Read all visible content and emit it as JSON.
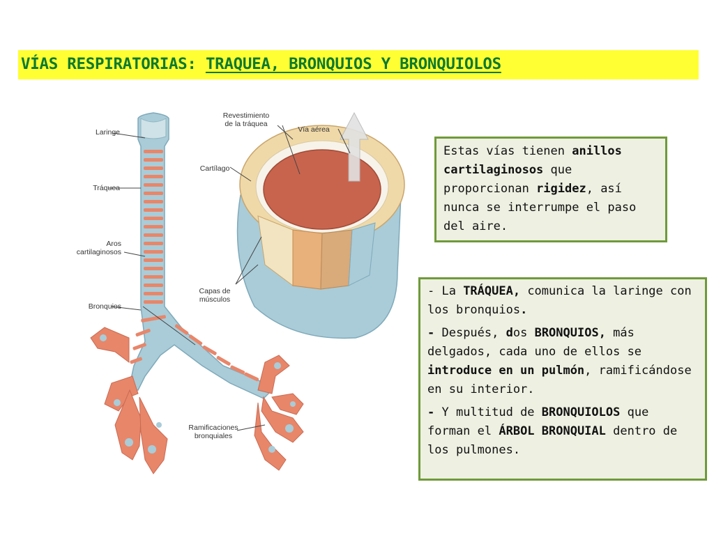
{
  "title": {
    "main": "VÍAS RESPIRATORIAS:",
    "sub": "TRAQUEA, BRONQUIOS Y BRONQUIOLOS"
  },
  "diagram": {
    "labels": {
      "laringe": "Laringe",
      "traquea": "Tráquea",
      "aros_1": "Aros",
      "aros_2": "cartilaginosos",
      "bronquios": "Bronquios",
      "revestimiento_1": "Revestimiento",
      "revestimiento_2": "de la tráquea",
      "via_aerea": "Vía aérea",
      "cartilago": "Cartílago",
      "capas_1": "Capas de",
      "capas_2": "músculos",
      "ramificaciones_1": "Ramificaciones",
      "ramificaciones_2": "bronquiales"
    }
  },
  "box1": {
    "t1": "Estas vías tienen ",
    "b1": "anillos cartilaginosos",
    "t2": " que proporcionan ",
    "b2": "rigidez",
    "t3": ", así nunca se interrumpe el paso del aire."
  },
  "box2": {
    "p1_t1": "- La ",
    "p1_b1": "TRÁQUEA,",
    "p1_t2": " comunica la laringe con los bronquios",
    "p1_b2": ".",
    "p2_b1": "-",
    "p2_t1": " Después, ",
    "p2_b2": "d",
    "p2_t2": "os ",
    "p2_b3": "BRONQUIOS,",
    "p2_t3": " más delgados, cada uno de ellos se ",
    "p2_b4": "introduce en un pulmón",
    "p2_t4": ", ramificándose en su interior.",
    "p3_b1": "-",
    "p3_t1": " Y multitud de ",
    "p3_b2": "BRONQUIOLOS",
    "p3_t2": " que forman el ",
    "p3_b3": "ÁRBOL BRONQUIAL",
    "p3_t3": " dentro de los pulmones."
  },
  "colors": {
    "title_highlight": "#ffff33",
    "title_text": "#0d7a2e",
    "box_border": "#6f9a3a",
    "box_bg": "#eef0e2",
    "trachea_blue": "#a9ccd8",
    "cartilage_salmon": "#e8866a"
  }
}
